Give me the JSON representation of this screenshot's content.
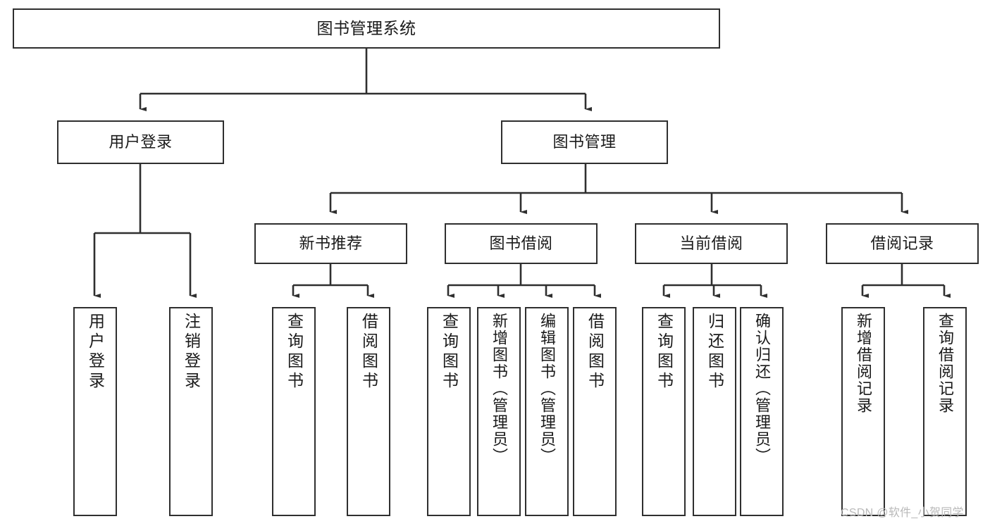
{
  "diagram": {
    "type": "tree-hierarchy-chart",
    "title": "图书管理系统",
    "watermark": "CSDN @软件_小贺同学",
    "colors": {
      "stroke": "#2f2f2f",
      "fill": "#ffffff",
      "text": "#1a1a1a",
      "watermark": "#b9b9b9"
    },
    "nodes": {
      "root": {
        "label": "图书管理系统"
      },
      "level1": [
        {
          "id": "user-login",
          "label": "用户登录"
        },
        {
          "id": "book-management",
          "label": "图书管理"
        }
      ],
      "level2": [
        {
          "id": "new-book-recommend",
          "label": "新书推荐"
        },
        {
          "id": "book-borrow",
          "label": "图书借阅"
        },
        {
          "id": "current-borrow",
          "label": "当前借阅"
        },
        {
          "id": "borrow-record",
          "label": "借阅记录"
        }
      ],
      "leaves": {
        "user-login": [
          {
            "id": "leaf-user-login",
            "label": "用户登录"
          },
          {
            "id": "leaf-logout-login",
            "label": "注销登录"
          }
        ],
        "new-book-recommend": [
          {
            "id": "leaf-query-book-1",
            "label": "查询图书"
          },
          {
            "id": "leaf-borrow-book-1",
            "label": "借阅图书"
          }
        ],
        "book-borrow": [
          {
            "id": "leaf-query-book-2",
            "label": "查询图书"
          },
          {
            "id": "leaf-add-book",
            "label": "新增图书（管理员）"
          },
          {
            "id": "leaf-edit-book",
            "label": "编辑图书（管理员）"
          },
          {
            "id": "leaf-borrow-book-2",
            "label": "借阅图书"
          }
        ],
        "current-borrow": [
          {
            "id": "leaf-query-book-3",
            "label": "查询图书"
          },
          {
            "id": "leaf-return-book",
            "label": "归还图书"
          },
          {
            "id": "leaf-confirm-return",
            "label": "确认归还（管理员）"
          }
        ],
        "borrow-record": [
          {
            "id": "leaf-add-record",
            "label": "新增借阅记录"
          },
          {
            "id": "leaf-query-record",
            "label": "查询借阅记录"
          }
        ]
      }
    }
  }
}
